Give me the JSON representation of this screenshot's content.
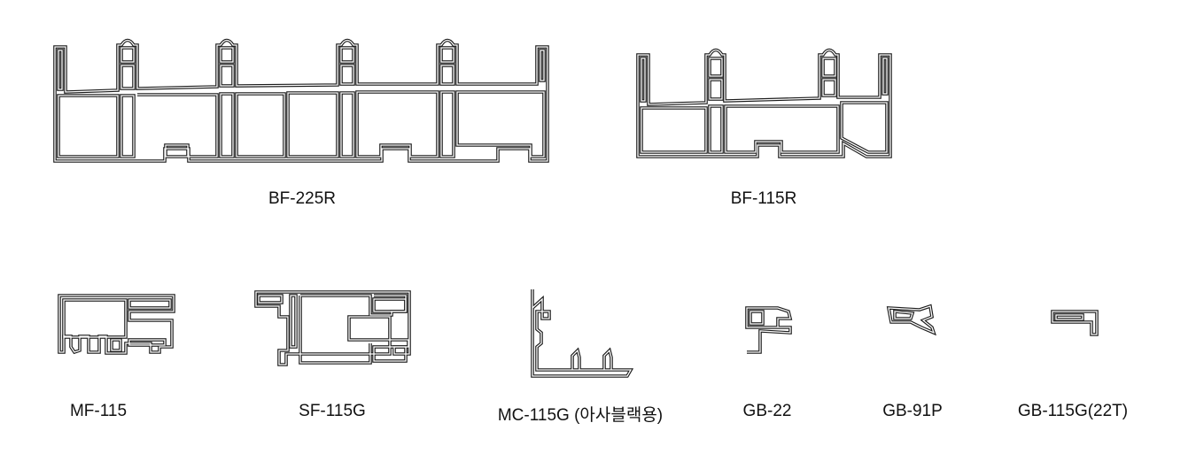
{
  "profiles": [
    {
      "id": "bf-225r",
      "label": "BF-225R"
    },
    {
      "id": "bf-115r",
      "label": "BF-115R"
    },
    {
      "id": "mf-115",
      "label": "MF-115"
    },
    {
      "id": "sf-115g",
      "label": "SF-115G"
    },
    {
      "id": "mc-115g",
      "label": "MC-115G (아사블랙용)"
    },
    {
      "id": "gb-22",
      "label": "GB-22"
    },
    {
      "id": "gb-91p",
      "label": "GB-91P"
    },
    {
      "id": "gb-115g-22t",
      "label": "GB-115G(22T)"
    }
  ],
  "line_color": "#1a1a1a"
}
